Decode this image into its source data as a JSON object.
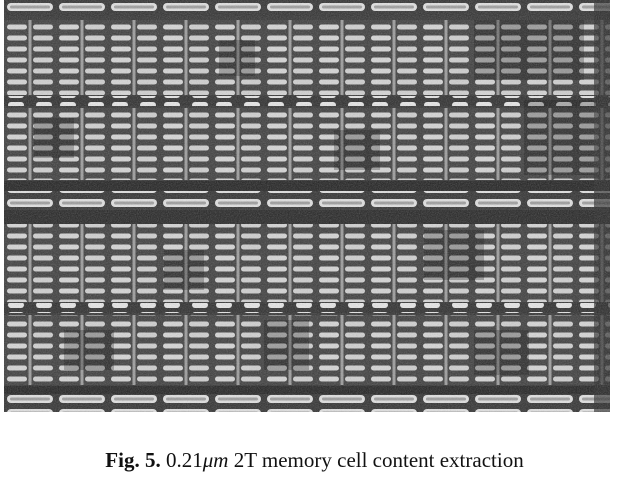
{
  "figure": {
    "image_semantic": "sem-micrograph-memory-array",
    "caption": {
      "label": "Fig. 5.",
      "value": "0.21",
      "unit": "μm",
      "text": "2T memory cell content extraction"
    }
  }
}
